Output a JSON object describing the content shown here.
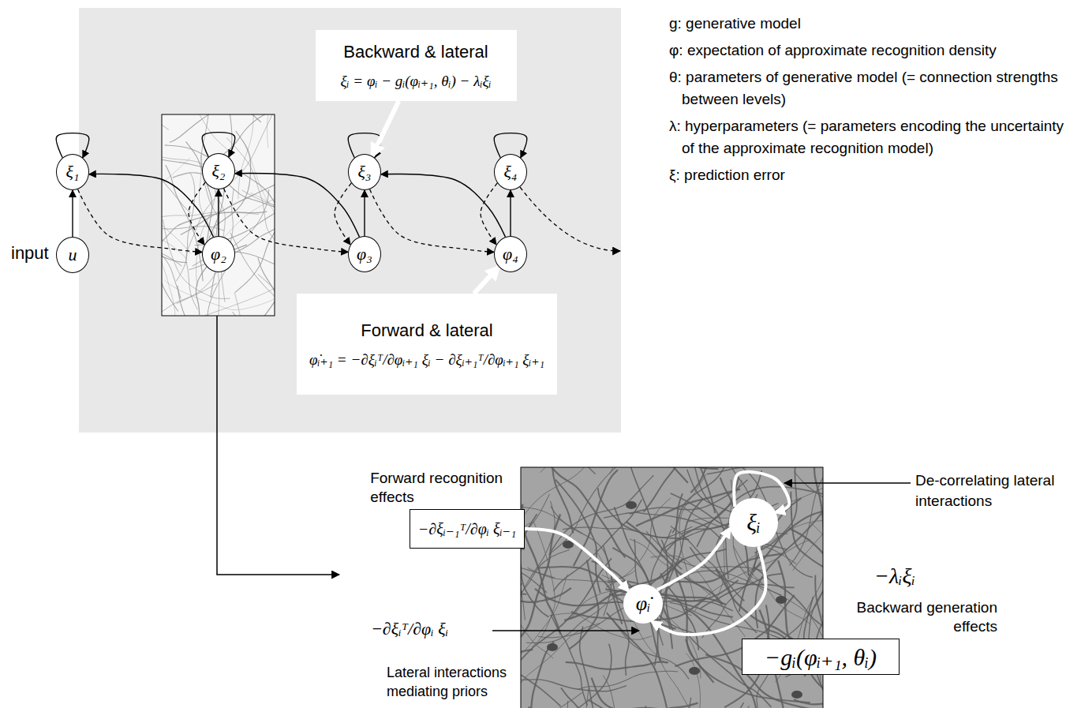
{
  "diagram": {
    "nodes": [
      {
        "text": [
          "ξ₁"
        ]
      },
      {
        "text": [
          "u"
        ]
      },
      {
        "text": [
          "ξ₂"
        ]
      },
      {
        "text": [
          "φ₂"
        ]
      },
      {
        "text": [
          "ξ₃"
        ]
      },
      {
        "text": [
          "φ₃"
        ]
      },
      {
        "text": [
          "ξ₄"
        ]
      },
      {
        "text": [
          "φ₄"
        ]
      },
      {
        "text": [
          "Backward & lateral",
          "ξᵢ = φᵢ − gᵢ(φᵢ₊₁, θᵢ) − λᵢξᵢ"
        ]
      },
      {
        "text": [
          "Forward & lateral",
          "φ̇ᵢ₊₁ = −∂ξᵢᵀ/∂φᵢ₊₁ ξᵢ − ∂ξᵢ₊₁ᵀ/∂φᵢ₊₁ ξᵢ₊₁"
        ]
      },
      {
        "text": [
          "Forward recognition effects",
          "−∂ξᵢ₋₁ᵀ/∂φᵢ ξᵢ₋₁"
        ]
      },
      {
        "text": [
          "φ̇ᵢ"
        ]
      },
      {
        "text": [
          "ξᵢ"
        ]
      },
      {
        "text": [
          "Backward generation effects",
          "−gᵢ(φᵢ₊₁, θᵢ)"
        ]
      }
    ],
    "edges": [
      {
        "from": 1,
        "to": 0,
        "arrow": "to"
      },
      {
        "from": 0,
        "to": 0,
        "arrow": "to"
      },
      {
        "from": 0,
        "to": 3,
        "arrow": "to"
      },
      {
        "from": 3,
        "to": 0,
        "arrow": "to"
      },
      {
        "from": 3,
        "to": 2,
        "arrow": "to"
      },
      {
        "from": 2,
        "to": 2,
        "arrow": "to"
      },
      {
        "from": 2,
        "to": 3,
        "arrow": "to"
      },
      {
        "from": 2,
        "to": 5,
        "arrow": "to"
      },
      {
        "from": 5,
        "to": 2,
        "arrow": "to"
      },
      {
        "from": 5,
        "to": 4,
        "arrow": "to"
      },
      {
        "from": 4,
        "to": 4,
        "arrow": "to"
      },
      {
        "from": 4,
        "to": 5,
        "arrow": "to"
      },
      {
        "from": 4,
        "to": 7,
        "arrow": "to"
      },
      {
        "from": 7,
        "to": 4,
        "arrow": "to"
      },
      {
        "from": 7,
        "to": 6,
        "arrow": "to"
      },
      {
        "from": 6,
        "to": 6,
        "arrow": "to"
      },
      {
        "from": 6,
        "to": 7,
        "arrow": "to"
      },
      {
        "from": 8,
        "to": 4,
        "arrow": "to"
      },
      {
        "from": 9,
        "to": 7,
        "arrow": "to"
      },
      {
        "from": 10,
        "to": 11,
        "arrow": "to"
      },
      {
        "from": 11,
        "to": 12,
        "arrow": "to"
      },
      {
        "from": 12,
        "to": 11,
        "arrow": "to"
      },
      {
        "from": 12,
        "to": 12,
        "arrow": "to"
      }
    ],
    "labels": [
      "input",
      "g: generative model",
      "φ: expectation of approximate recognition density",
      "θ: parameters of generative model (= connection strengths between levels)",
      "λ: hyperparameters (= parameters encoding the uncertainty of the approximate recognition model)",
      "ξ: prediction error",
      "−λᵢξᵢ",
      "De-correlating lateral interactions",
      "−∂ξᵢᵀ/∂φᵢ ξᵢ",
      "Lateral interactions mediating priors"
    ]
  }
}
